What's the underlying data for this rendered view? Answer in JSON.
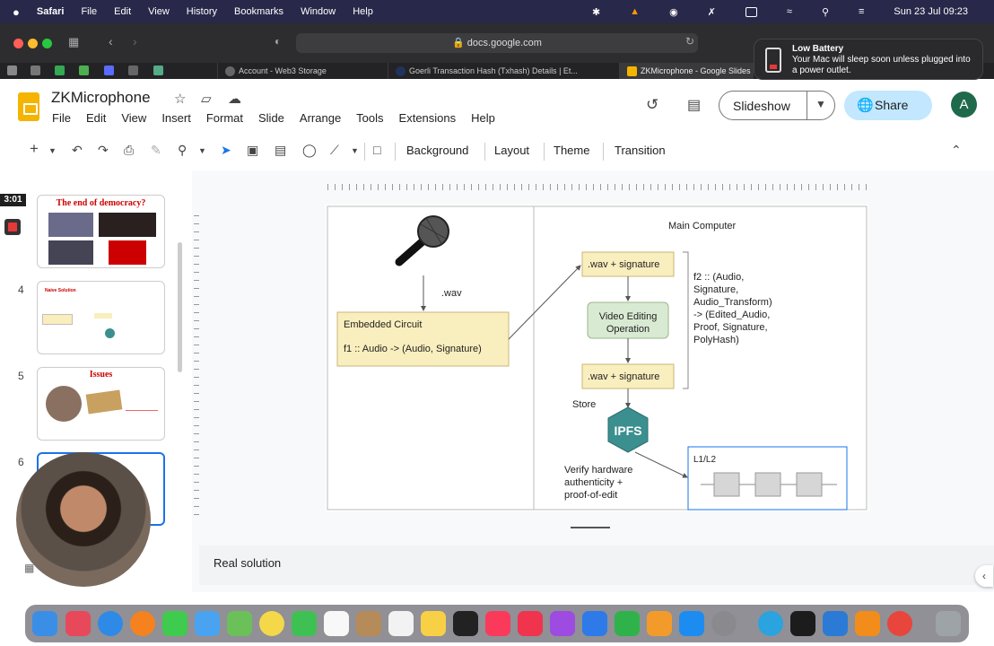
{
  "macos": {
    "apple_icon": "apple-icon",
    "app_name": "Safari",
    "menus": [
      "File",
      "Edit",
      "View",
      "History",
      "Bookmarks",
      "Window",
      "Help"
    ],
    "clock": "Sun 23 Jul  09:23"
  },
  "browser": {
    "url": "docs.google.com",
    "tabs": [
      {
        "title": "Account - Web3 Storage"
      },
      {
        "title": "Goerli Transaction Hash (Txhash) Details | Et..."
      },
      {
        "title": "ZKMicrophone - Google Slides"
      }
    ]
  },
  "notification": {
    "title": "Low Battery",
    "body": "Your Mac will sleep soon unless plugged into a power outlet."
  },
  "doc": {
    "title": "ZKMicrophone",
    "menus": [
      "File",
      "Edit",
      "View",
      "Insert",
      "Format",
      "Slide",
      "Arrange",
      "Tools",
      "Extensions",
      "Help"
    ],
    "slideshow_label": "Slideshow",
    "share_label": "Share",
    "avatar_letter": "A"
  },
  "toolbar": {
    "background": "Background",
    "layout": "Layout",
    "theme": "Theme",
    "transition": "Transition"
  },
  "recorder": {
    "timer": "3:01"
  },
  "filmstrip": {
    "slides": [
      {
        "title": "The end of democracy?"
      },
      {
        "number": "4",
        "title": "Naive Solution"
      },
      {
        "number": "5",
        "title": "Issues"
      },
      {
        "number": "6"
      }
    ]
  },
  "slide": {
    "wav_label": ".wav",
    "circuit_title": "Embedded Circuit",
    "circuit_fn": "f1 :: Audio -> (Audio, Signature)",
    "main_computer": "Main Computer",
    "wav_sig_top": ".wav + signature",
    "video_edit_1": "Video Editing",
    "video_edit_2": "Operation",
    "wav_sig_bottom": ".wav + signature",
    "f2_lines": [
      "f2 :: (Audio,",
      "Signature,",
      "Audio_Transform)",
      "-> (Edited_Audio,",
      "Proof, Signature,",
      "PolyHash)"
    ],
    "store": "Store",
    "ipfs": "IPFS",
    "verify_lines": [
      "Verify hardware",
      "authenticity +",
      "proof-of-edit"
    ],
    "chain": "L1/L2"
  },
  "notes": {
    "text": "Real solution"
  },
  "colors": {
    "accent_blue": "#1a73e8",
    "box_yellow": "#f9eebd",
    "box_green": "#d9ead3",
    "ipfs_teal": "#3b8f8f"
  }
}
